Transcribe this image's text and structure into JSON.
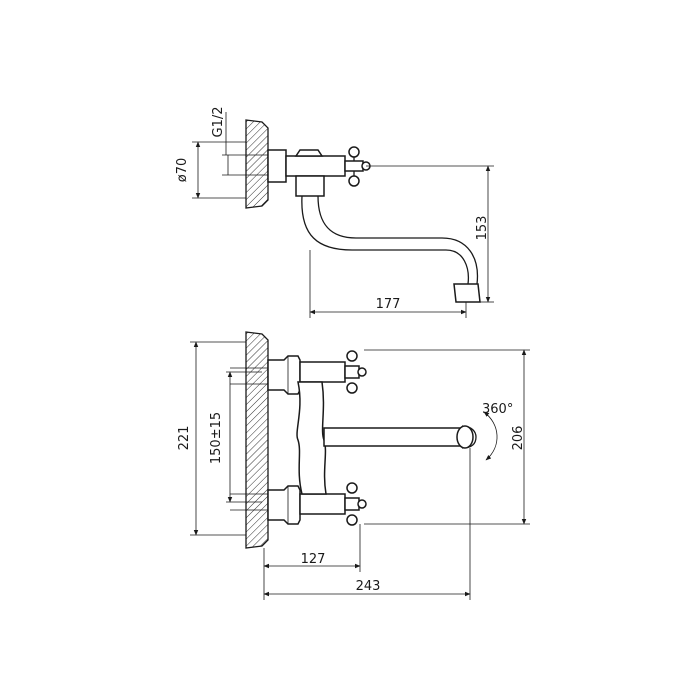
{
  "top_view": {
    "labels": {
      "thread": "G1/2",
      "diameter": "ø70",
      "height": "153",
      "spout_reach": "177"
    }
  },
  "front_view": {
    "labels": {
      "overall_height": "221",
      "centers": "150±15",
      "rotation": "360°",
      "height_to_spout": "206",
      "depth_handles": "127",
      "total_depth": "243"
    }
  },
  "colors": {
    "line": "#1a1a1a",
    "background": "#ffffff"
  }
}
